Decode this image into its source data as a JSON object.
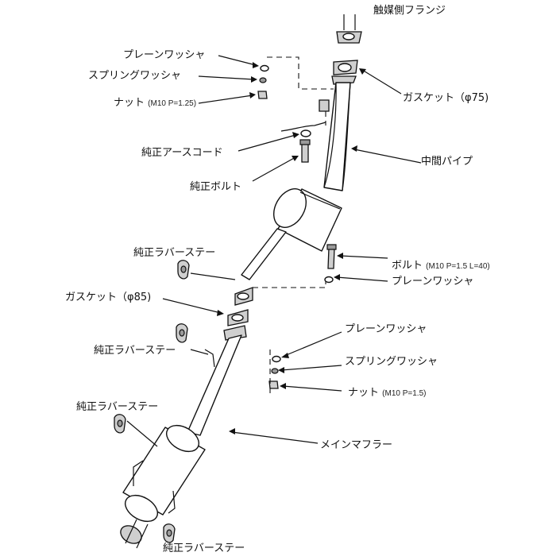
{
  "labels": {
    "catalyst_flange": "触媒側フランジ",
    "plain_washer_top": "プレーンワッシャ",
    "spring_washer_top": "スプリングワッシャ",
    "nut_top": "ナット",
    "nut_top_spec": "(M10 P=1.25)",
    "gasket_75": "ガスケット（φ75)",
    "earth_cord": "純正アースコード",
    "center_pipe": "中間パイプ",
    "stock_bolt": "純正ボルト",
    "rubber_stay_1": "純正ラバーステー",
    "bolt_mid": "ボルト",
    "bolt_mid_spec": "(M10 P=1.5 L=40)",
    "plain_washer_mid": "プレーンワッシャ",
    "gasket_85": "ガスケット（φ85)",
    "plain_washer_low": "プレーンワッシャ",
    "rubber_stay_2": "純正ラバーステー",
    "spring_washer_low": "スプリングワッシャ",
    "nut_low": "ナット",
    "nut_low_spec": "(M10 P=1.5)",
    "rubber_stay_3": "純正ラバーステー",
    "main_muffler": "メインマフラー",
    "rubber_stay_4": "純正ラバーステー"
  }
}
